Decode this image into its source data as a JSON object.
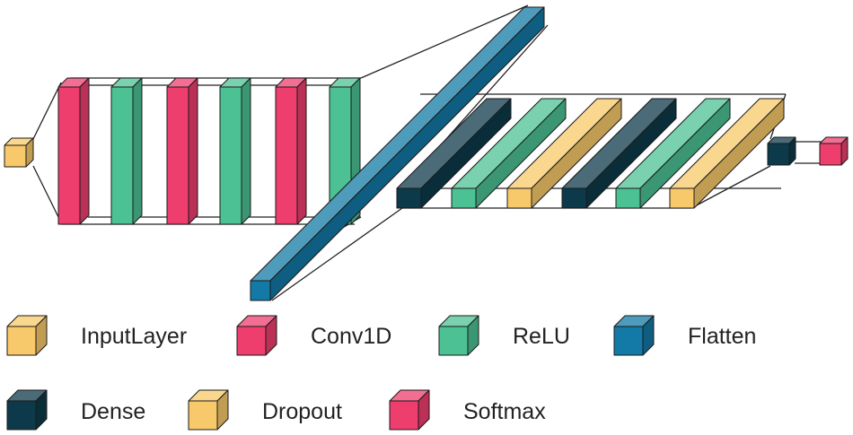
{
  "colors": {
    "InputLayer": "#f8c96a",
    "Conv1D": "#ee3e6e",
    "ReLU": "#4cc294",
    "Flatten": "#1379a6",
    "Dense": "#0d3a4a",
    "Dropout": "#f8c96a",
    "Softmax": "#ee3e6e"
  },
  "network": {
    "layers": [
      "InputLayer",
      "Conv1D",
      "ReLU",
      "Conv1D",
      "ReLU",
      "Conv1D",
      "ReLU",
      "Flatten",
      "Dense",
      "ReLU",
      "Dropout",
      "Dense",
      "ReLU",
      "Dropout",
      "Dense",
      "Softmax"
    ]
  },
  "legend": {
    "items": [
      {
        "label": "InputLayer",
        "layer": "InputLayer"
      },
      {
        "label": "Conv1D",
        "layer": "Conv1D"
      },
      {
        "label": "ReLU",
        "layer": "ReLU"
      },
      {
        "label": "Flatten",
        "layer": "Flatten"
      },
      {
        "label": "Dense",
        "layer": "Dense"
      },
      {
        "label": "Dropout",
        "layer": "Dropout"
      },
      {
        "label": "Softmax",
        "layer": "Softmax"
      }
    ]
  }
}
